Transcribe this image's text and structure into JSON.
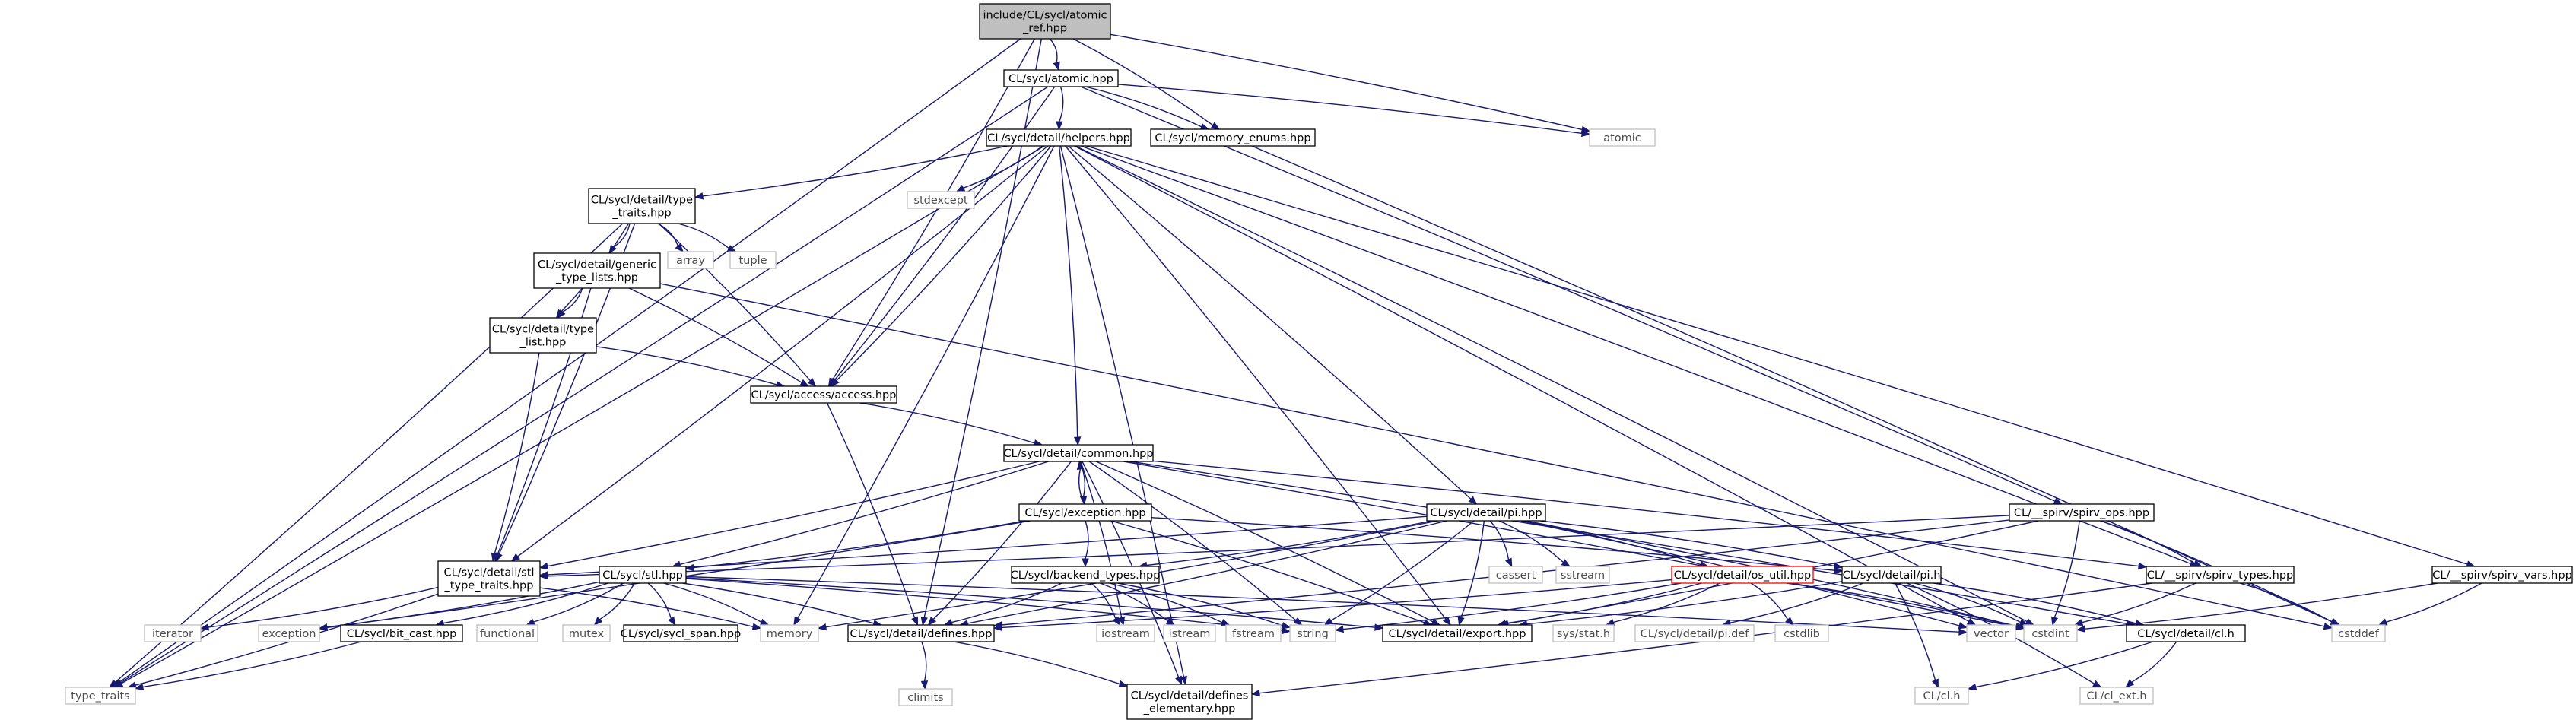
{
  "graph": {
    "colors": {
      "edge": "#191970",
      "root_fill": "#bfbfbf",
      "header_border": "#000000",
      "system_border": "#bfbfbf",
      "system_text": "#4d4d4d",
      "broken_border": "#ff0000",
      "text": "#000000",
      "background": "#ffffff"
    },
    "nodes": [
      {
        "id": "root",
        "kind": "root",
        "lines": [
          "include/CL/sycl/atomic",
          "_ref.hpp"
        ]
      },
      {
        "id": "atomic_hpp",
        "kind": "header",
        "lines": [
          "CL/sycl/atomic.hpp"
        ]
      },
      {
        "id": "atomic",
        "kind": "system",
        "lines": [
          "atomic"
        ]
      },
      {
        "id": "helpers",
        "kind": "header",
        "lines": [
          "CL/sycl/detail/helpers.hpp"
        ]
      },
      {
        "id": "mem_enums",
        "kind": "header",
        "lines": [
          "CL/sycl/memory_enums.hpp"
        ]
      },
      {
        "id": "stdexcept",
        "kind": "system",
        "lines": [
          "stdexcept"
        ]
      },
      {
        "id": "type_traits_h",
        "kind": "header",
        "lines": [
          "CL/sycl/detail/type",
          "_traits.hpp"
        ]
      },
      {
        "id": "array",
        "kind": "system",
        "lines": [
          "array"
        ]
      },
      {
        "id": "tuple",
        "kind": "system",
        "lines": [
          "tuple"
        ]
      },
      {
        "id": "generic",
        "kind": "header",
        "lines": [
          "CL/sycl/detail/generic",
          "_type_lists.hpp"
        ]
      },
      {
        "id": "type_list",
        "kind": "header",
        "lines": [
          "CL/sycl/detail/type",
          "_list.hpp"
        ]
      },
      {
        "id": "access",
        "kind": "header",
        "lines": [
          "CL/sycl/access/access.hpp"
        ]
      },
      {
        "id": "common",
        "kind": "header",
        "lines": [
          "CL/sycl/detail/common.hpp"
        ]
      },
      {
        "id": "exception",
        "kind": "header",
        "lines": [
          "CL/sycl/exception.hpp"
        ]
      },
      {
        "id": "pi_hpp",
        "kind": "header",
        "lines": [
          "CL/sycl/detail/pi.hpp"
        ]
      },
      {
        "id": "spirv_ops",
        "kind": "header",
        "lines": [
          "CL/__spirv/spirv_ops.hpp"
        ]
      },
      {
        "id": "stl_tt",
        "kind": "header",
        "lines": [
          "CL/sycl/detail/stl",
          "_type_traits.hpp"
        ]
      },
      {
        "id": "stl",
        "kind": "header",
        "lines": [
          "CL/sycl/stl.hpp"
        ]
      },
      {
        "id": "backend",
        "kind": "header",
        "lines": [
          "CL/sycl/backend_types.hpp"
        ]
      },
      {
        "id": "cassert",
        "kind": "system",
        "lines": [
          "cassert"
        ]
      },
      {
        "id": "sstream",
        "kind": "system",
        "lines": [
          "sstream"
        ]
      },
      {
        "id": "os_util",
        "kind": "broken",
        "lines": [
          "CL/sycl/detail/os_util.hpp"
        ]
      },
      {
        "id": "pi_h",
        "kind": "header",
        "lines": [
          "CL/sycl/detail/pi.h"
        ]
      },
      {
        "id": "spirv_types",
        "kind": "header",
        "lines": [
          "CL/__spirv/spirv_types.hpp"
        ]
      },
      {
        "id": "spirv_vars",
        "kind": "header",
        "lines": [
          "CL/__spirv/spirv_vars.hpp"
        ]
      },
      {
        "id": "iterator",
        "kind": "system",
        "lines": [
          "iterator"
        ]
      },
      {
        "id": "exception_sys",
        "kind": "system",
        "lines": [
          "exception"
        ]
      },
      {
        "id": "bit_cast",
        "kind": "header",
        "lines": [
          "CL/sycl/bit_cast.hpp"
        ]
      },
      {
        "id": "functional",
        "kind": "system",
        "lines": [
          "functional"
        ]
      },
      {
        "id": "mutex",
        "kind": "system",
        "lines": [
          "mutex"
        ]
      },
      {
        "id": "span",
        "kind": "header",
        "lines": [
          "CL/sycl/sycl_span.hpp"
        ]
      },
      {
        "id": "memory",
        "kind": "system",
        "lines": [
          "memory"
        ]
      },
      {
        "id": "defines",
        "kind": "header",
        "lines": [
          "CL/sycl/detail/defines.hpp"
        ]
      },
      {
        "id": "iostream",
        "kind": "system",
        "lines": [
          "iostream"
        ]
      },
      {
        "id": "istream",
        "kind": "system",
        "lines": [
          "istream"
        ]
      },
      {
        "id": "fstream",
        "kind": "system",
        "lines": [
          "fstream"
        ]
      },
      {
        "id": "string",
        "kind": "system",
        "lines": [
          "string"
        ]
      },
      {
        "id": "export",
        "kind": "header",
        "lines": [
          "CL/sycl/detail/export.hpp"
        ]
      },
      {
        "id": "sys_stat",
        "kind": "system",
        "lines": [
          "sys/stat.h"
        ]
      },
      {
        "id": "pi_def",
        "kind": "system",
        "lines": [
          "CL/sycl/detail/pi.def"
        ]
      },
      {
        "id": "cstdlib",
        "kind": "system",
        "lines": [
          "cstdlib"
        ]
      },
      {
        "id": "vector",
        "kind": "system",
        "lines": [
          "vector"
        ]
      },
      {
        "id": "cstdint",
        "kind": "system",
        "lines": [
          "cstdint"
        ]
      },
      {
        "id": "cl_h_detail",
        "kind": "header",
        "lines": [
          "CL/sycl/detail/cl.h"
        ]
      },
      {
        "id": "cstddef",
        "kind": "system",
        "lines": [
          "cstddef"
        ]
      },
      {
        "id": "type_traits",
        "kind": "system",
        "lines": [
          "type_traits"
        ]
      },
      {
        "id": "climits",
        "kind": "system",
        "lines": [
          "climits"
        ]
      },
      {
        "id": "defines_elem",
        "kind": "header",
        "lines": [
          "CL/sycl/detail/defines",
          "_elementary.hpp"
        ]
      },
      {
        "id": "cl_h",
        "kind": "system",
        "lines": [
          "CL/cl.h"
        ]
      },
      {
        "id": "cl_ext",
        "kind": "system",
        "lines": [
          "CL/cl_ext.h"
        ]
      }
    ],
    "edges": [
      [
        "root",
        "atomic_hpp"
      ],
      [
        "root",
        "atomic"
      ],
      [
        "root",
        "mem_enums"
      ],
      [
        "root",
        "access"
      ],
      [
        "root",
        "defines"
      ],
      [
        "root",
        "type_traits"
      ],
      [
        "atomic_hpp",
        "atomic"
      ],
      [
        "atomic_hpp",
        "helpers"
      ],
      [
        "atomic_hpp",
        "mem_enums"
      ],
      [
        "atomic_hpp",
        "access"
      ],
      [
        "atomic_hpp",
        "spirv_ops"
      ],
      [
        "atomic_hpp",
        "type_traits"
      ],
      [
        "helpers",
        "type_traits_h"
      ],
      [
        "helpers",
        "stdexcept"
      ],
      [
        "helpers",
        "access"
      ],
      [
        "helpers",
        "common"
      ],
      [
        "helpers",
        "pi_hpp"
      ],
      [
        "helpers",
        "export"
      ],
      [
        "helpers",
        "memory"
      ],
      [
        "helpers",
        "spirv_types"
      ],
      [
        "helpers",
        "spirv_vars"
      ],
      [
        "helpers",
        "vector"
      ],
      [
        "helpers",
        "cstdint"
      ],
      [
        "helpers",
        "type_traits"
      ],
      [
        "helpers",
        "defines_elem"
      ],
      [
        "helpers",
        "stl_tt"
      ],
      [
        "mem_enums",
        "cstddef"
      ],
      [
        "type_traits_h",
        "array"
      ],
      [
        "type_traits_h",
        "tuple"
      ],
      [
        "type_traits_h",
        "generic"
      ],
      [
        "type_traits_h",
        "type_list"
      ],
      [
        "type_traits_h",
        "access"
      ],
      [
        "type_traits_h",
        "stl_tt"
      ],
      [
        "type_traits_h",
        "type_traits"
      ],
      [
        "generic",
        "type_list"
      ],
      [
        "generic",
        "access"
      ],
      [
        "generic",
        "stl_tt"
      ],
      [
        "generic",
        "cstddef"
      ],
      [
        "type_list",
        "access"
      ],
      [
        "type_list",
        "stl_tt"
      ],
      [
        "access",
        "common"
      ],
      [
        "access",
        "defines"
      ],
      [
        "common",
        "exception"
      ],
      [
        "common",
        "defines"
      ],
      [
        "common",
        "defines_elem"
      ],
      [
        "common",
        "export"
      ],
      [
        "common",
        "stl"
      ],
      [
        "common",
        "string"
      ],
      [
        "common",
        "stl_tt"
      ],
      [
        "common",
        "cstdint"
      ],
      [
        "common",
        "iostream"
      ],
      [
        "common",
        "spirv_types"
      ],
      [
        "common",
        "cl_h_detail"
      ],
      [
        "exception",
        "common"
      ],
      [
        "exception",
        "backend"
      ],
      [
        "exception",
        "pi_h"
      ],
      [
        "exception",
        "stl"
      ],
      [
        "exception",
        "export"
      ],
      [
        "exception",
        "exception_sys"
      ],
      [
        "pi_hpp",
        "backend"
      ],
      [
        "pi_hpp",
        "cassert"
      ],
      [
        "pi_hpp",
        "sstream"
      ],
      [
        "pi_hpp",
        "os_util"
      ],
      [
        "pi_hpp",
        "pi_h"
      ],
      [
        "pi_hpp",
        "export"
      ],
      [
        "pi_hpp",
        "string"
      ],
      [
        "pi_hpp",
        "memory"
      ],
      [
        "pi_hpp",
        "vector"
      ],
      [
        "pi_hpp",
        "defines"
      ],
      [
        "pi_hpp",
        "cstdint"
      ],
      [
        "pi_hpp",
        "stl_tt"
      ],
      [
        "spirv_ops",
        "spirv_types"
      ],
      [
        "spirv_ops",
        "export"
      ],
      [
        "spirv_ops",
        "defines"
      ],
      [
        "spirv_ops",
        "cstdint"
      ],
      [
        "spirv_ops",
        "cstddef"
      ],
      [
        "spirv_ops",
        "stl_tt"
      ],
      [
        "stl_tt",
        "iterator"
      ],
      [
        "stl_tt",
        "memory"
      ],
      [
        "stl_tt",
        "type_traits"
      ],
      [
        "stl",
        "exception_sys"
      ],
      [
        "stl",
        "bit_cast"
      ],
      [
        "stl",
        "functional"
      ],
      [
        "stl",
        "mutex"
      ],
      [
        "stl",
        "span"
      ],
      [
        "stl",
        "memory"
      ],
      [
        "stl",
        "defines"
      ],
      [
        "stl",
        "export"
      ],
      [
        "stl",
        "string"
      ],
      [
        "stl",
        "vector"
      ],
      [
        "backend",
        "defines"
      ],
      [
        "backend",
        "iostream"
      ],
      [
        "backend",
        "istream"
      ],
      [
        "backend",
        "fstream"
      ],
      [
        "backend",
        "string"
      ],
      [
        "os_util",
        "defines"
      ],
      [
        "os_util",
        "export"
      ],
      [
        "os_util",
        "sys_stat"
      ],
      [
        "os_util",
        "cstdlib"
      ],
      [
        "os_util",
        "string"
      ],
      [
        "os_util",
        "cstdint"
      ],
      [
        "pi_h",
        "pi_def"
      ],
      [
        "pi_h",
        "cl_h_detail"
      ],
      [
        "pi_h",
        "cstdint"
      ],
      [
        "pi_h",
        "cl_h"
      ],
      [
        "pi_h",
        "cl_ext"
      ],
      [
        "pi_h",
        "export"
      ],
      [
        "spirv_types",
        "defines_elem"
      ],
      [
        "spirv_types",
        "cstdint"
      ],
      [
        "spirv_types",
        "cstddef"
      ],
      [
        "spirv_vars",
        "cstddef"
      ],
      [
        "spirv_vars",
        "cstdint"
      ],
      [
        "bit_cast",
        "type_traits"
      ],
      [
        "defines",
        "climits"
      ],
      [
        "defines",
        "defines_elem"
      ],
      [
        "cl_h_detail",
        "cl_h"
      ],
      [
        "cl_h_detail",
        "cl_ext"
      ]
    ]
  }
}
